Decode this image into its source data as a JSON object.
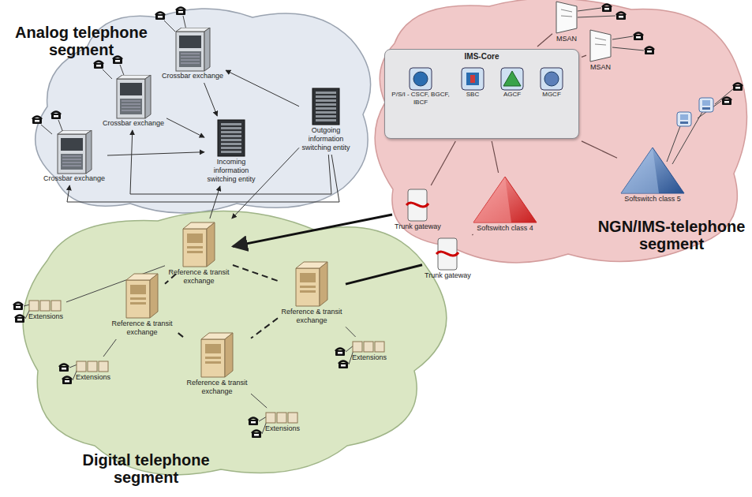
{
  "diagram": {
    "nodes": [
      {
        "text": [
          "Crossbar exchange"
        ]
      },
      {
        "text": [
          "Crossbar exchange"
        ]
      },
      {
        "text": [
          "Crossbar exchange"
        ]
      },
      {
        "text": [
          "Incoming information switching entity"
        ]
      },
      {
        "text": [
          "Outgoing information switching entity"
        ]
      },
      {
        "text": [
          "IMS-Core"
        ]
      },
      {
        "text": [
          "P/S/I - CSCF, BGCF, IBCF"
        ],
        "in": 5
      },
      {
        "text": [
          "SBC"
        ],
        "in": 5
      },
      {
        "text": [
          "AGCF"
        ],
        "in": 5
      },
      {
        "text": [
          "MGCF"
        ],
        "in": 5
      },
      {
        "text": [
          "MSAN"
        ]
      },
      {
        "text": [
          "MSAN"
        ]
      },
      {
        "text": [
          "Softswitch class 5"
        ]
      },
      {
        "text": [
          "Softswitch class 4"
        ]
      },
      {
        "text": [
          "Trunk gateway"
        ]
      },
      {
        "text": [
          "Trunk gateway"
        ]
      },
      {
        "text": [
          "Reference & transit exchange"
        ]
      },
      {
        "text": [
          "Reference & transit exchange"
        ]
      },
      {
        "text": [
          "Reference & transit exchange"
        ]
      },
      {
        "text": [
          "Reference & transit exchange"
        ]
      },
      {
        "text": [
          "Extensions"
        ]
      },
      {
        "text": [
          "Extensions"
        ]
      },
      {
        "text": [
          "Extensions"
        ]
      },
      {
        "text": [
          "Extensions"
        ]
      }
    ],
    "edges": [
      {
        "from": 0,
        "to": 3,
        "arrow": "to"
      },
      {
        "from": 1,
        "to": 3,
        "arrow": "to"
      },
      {
        "from": 2,
        "to": 3,
        "arrow": "to"
      },
      {
        "from": 4,
        "to": 0,
        "arrow": "to"
      },
      {
        "from": 4,
        "to": 1,
        "arrow": "to"
      },
      {
        "from": 4,
        "to": 2,
        "arrow": "to"
      },
      {
        "from": 16,
        "to": 3,
        "arrow": "to"
      },
      {
        "from": 4,
        "to": 16,
        "arrow": "to"
      },
      {
        "from": 14,
        "to": 16,
        "arrow": "to"
      },
      {
        "from": 15,
        "to": 17,
        "arrow": "none"
      },
      {
        "from": 16,
        "to": 17,
        "arrow": "none"
      },
      {
        "from": 17,
        "to": 19,
        "arrow": "none"
      },
      {
        "from": 19,
        "to": 18,
        "arrow": "none"
      },
      {
        "from": 18,
        "to": 16,
        "arrow": "none"
      },
      {
        "from": 16,
        "to": 20,
        "arrow": "none"
      },
      {
        "from": 18,
        "to": 21,
        "arrow": "none"
      },
      {
        "from": 17,
        "to": 22,
        "arrow": "none"
      },
      {
        "from": 19,
        "to": 23,
        "arrow": "none"
      },
      {
        "from": 10,
        "to": 5,
        "arrow": "none"
      },
      {
        "from": 11,
        "to": 5,
        "arrow": "none"
      },
      {
        "from": 12,
        "to": 5,
        "arrow": "none"
      },
      {
        "from": 13,
        "to": 5,
        "arrow": "none"
      },
      {
        "from": 14,
        "to": 5,
        "arrow": "none"
      },
      {
        "from": 15,
        "to": 13,
        "arrow": "none"
      }
    ],
    "labels": [
      "Analog telephone segment",
      "Digital telephone segment",
      "NGN/IMS-telephone segment"
    ]
  }
}
